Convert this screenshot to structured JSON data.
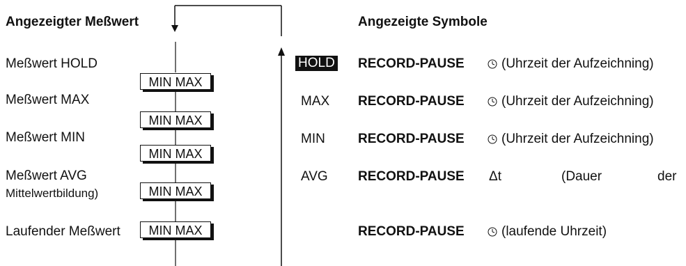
{
  "left": {
    "header": "Angezeigter Meßwert",
    "modes": [
      {
        "label": "Meßwert HOLD"
      },
      {
        "label": "Meßwert MAX"
      },
      {
        "label": "Meßwert MIN"
      },
      {
        "label": "Meßwert AVG",
        "sublabel": "Mittelwertbildung)"
      },
      {
        "label": "Laufender Meßwert"
      }
    ],
    "button_label": "MIN MAX"
  },
  "right": {
    "header": "Angezeigte Symbole",
    "rows": [
      {
        "mode": "HOLD",
        "record": "RECORD-PAUSE",
        "desc": "(Uhrzeit der Aufzeichning)"
      },
      {
        "mode": "MAX",
        "record": "RECORD-PAUSE",
        "desc": "(Uhrzeit der Aufzeichning)"
      },
      {
        "mode": "MIN",
        "record": "RECORD-PAUSE",
        "desc": "(Uhrzeit der Aufzeichning)"
      },
      {
        "mode": "AVG",
        "record": "RECORD-PAUSE",
        "delta": "Δt",
        "desc_words": [
          "(Dauer",
          "der"
        ]
      },
      {
        "mode": "",
        "record": "RECORD-PAUSE",
        "desc": "(laufende Uhrzeit)"
      }
    ]
  }
}
